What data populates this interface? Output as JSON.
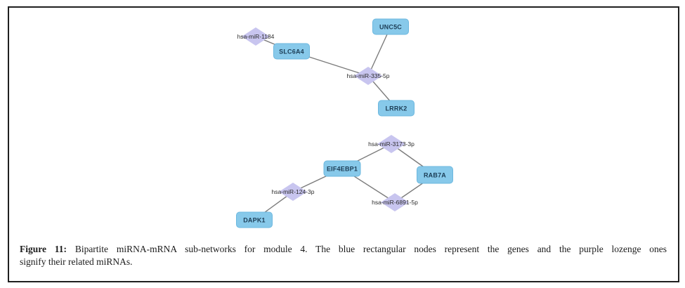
{
  "figure": {
    "caption_prefix": "Figure 11:",
    "caption_line1": "Bipartite miRNA-mRNA sub-networks for module 4. The blue rectangular nodes represent the genes and the purple lozenge ones",
    "caption_line2": "signify their related miRNAs."
  },
  "colors": {
    "gene_node_fill": "#87C9EA",
    "mirna_node_fill": "#C8C5EF",
    "edge": "#7B7B7B",
    "frame_border": "#1F1F1F"
  },
  "networks": [
    {
      "name": "sub-network-1",
      "nodes": [
        {
          "label": "hsa-miR-1184",
          "type": "miRNA"
        },
        {
          "label": "SLC6A4",
          "type": "gene"
        },
        {
          "label": "UNC5C",
          "type": "gene"
        },
        {
          "label": "hsa-miR-335-5p",
          "type": "miRNA"
        },
        {
          "label": "LRRK2",
          "type": "gene"
        }
      ],
      "edges": [
        [
          "hsa-miR-1184",
          "SLC6A4"
        ],
        [
          "SLC6A4",
          "hsa-miR-335-5p"
        ],
        [
          "UNC5C",
          "hsa-miR-335-5p"
        ],
        [
          "hsa-miR-335-5p",
          "LRRK2"
        ]
      ]
    },
    {
      "name": "sub-network-2",
      "nodes": [
        {
          "label": "hsa-miR-3173-3p",
          "type": "miRNA"
        },
        {
          "label": "EIF4EBP1",
          "type": "gene"
        },
        {
          "label": "RAB7A",
          "type": "gene"
        },
        {
          "label": "hsa-miR-124-3p",
          "type": "miRNA"
        },
        {
          "label": "hsa-miR-6891-5p",
          "type": "miRNA"
        },
        {
          "label": "DAPK1",
          "type": "gene"
        }
      ],
      "edges": [
        [
          "hsa-miR-3173-3p",
          "EIF4EBP1"
        ],
        [
          "hsa-miR-3173-3p",
          "RAB7A"
        ],
        [
          "EIF4EBP1",
          "hsa-miR-124-3p"
        ],
        [
          "EIF4EBP1",
          "hsa-miR-6891-5p"
        ],
        [
          "hsa-miR-6891-5p",
          "RAB7A"
        ],
        [
          "hsa-miR-124-3p",
          "DAPK1"
        ]
      ]
    }
  ]
}
